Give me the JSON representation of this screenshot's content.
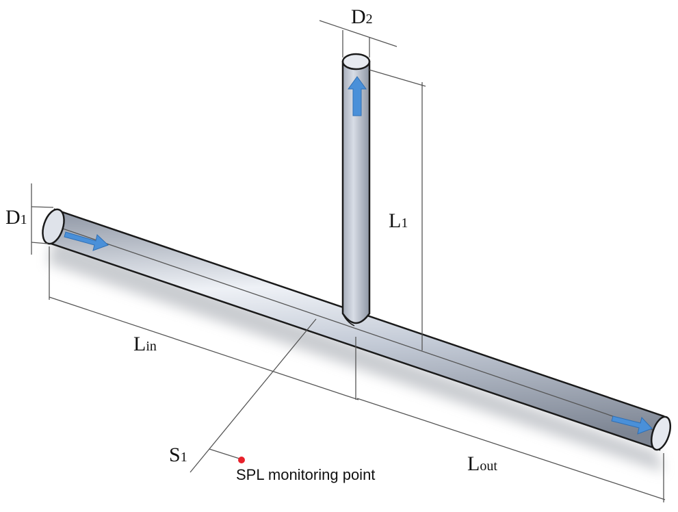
{
  "labels": {
    "d1": {
      "main": "D",
      "sub": "1"
    },
    "d2": {
      "main": "D",
      "sub": "2"
    },
    "l1": {
      "main": "L",
      "sub": "1"
    },
    "lin": {
      "main": "L",
      "sub": "in"
    },
    "lout": {
      "main": "L",
      "sub": "out"
    },
    "s1": {
      "main": "S",
      "sub": "1"
    }
  },
  "monitoring_point": {
    "label": "SPL monitoring point",
    "color": "#e8212b"
  },
  "colors": {
    "pipe_fill": "#c3cad6",
    "pipe_highlight": "#eef1f6",
    "pipe_outline": "#1a1a1a",
    "flow_arrow": "#4a90d9",
    "shadow": "#9ea3aa"
  },
  "flow_arrows": [
    "inlet-arrow",
    "outlet-arrow",
    "branch-arrow"
  ]
}
